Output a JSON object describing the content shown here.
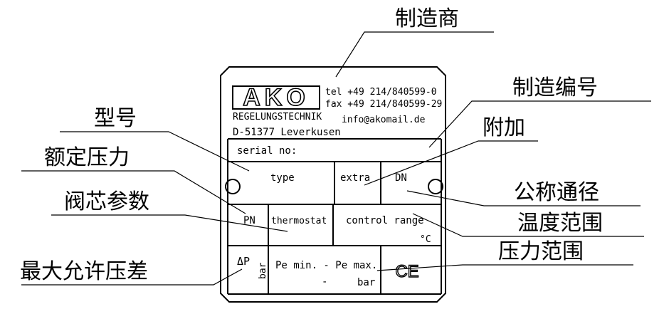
{
  "plate": {
    "logo": "AKO",
    "brand_subtitle": "REGELUNGSTECHNIK",
    "address": "D-51377 Leverkusen",
    "tel": "tel +49 214/840599-0",
    "fax": "fax +49 214/840599-29",
    "email": "info@akomail.de",
    "serial_label": "serial no:",
    "type_label": "type",
    "extra_label": "extra",
    "dn_label": "DN",
    "pn_label": "PN",
    "thermostat_label": "thermostat",
    "control_range_label": "control range",
    "degree_unit": "°C",
    "delta_p_label": "ΔP",
    "bar_vertical": "bar",
    "pe_range_label": "Pe min. - Pe max.",
    "dash_label": "-",
    "bar_label": "bar",
    "ce_mark": "CE"
  },
  "callouts": {
    "manufacturer": "制造商",
    "serial_number": "制造编号",
    "model": "型号",
    "extra": "附加",
    "rated_pressure": "额定压力",
    "nominal_diameter": "公称通径",
    "valve_core_params": "阀芯参数",
    "temperature_range": "温度范围",
    "pressure_range": "压力范围",
    "max_pressure_diff": "最大允许压差"
  }
}
